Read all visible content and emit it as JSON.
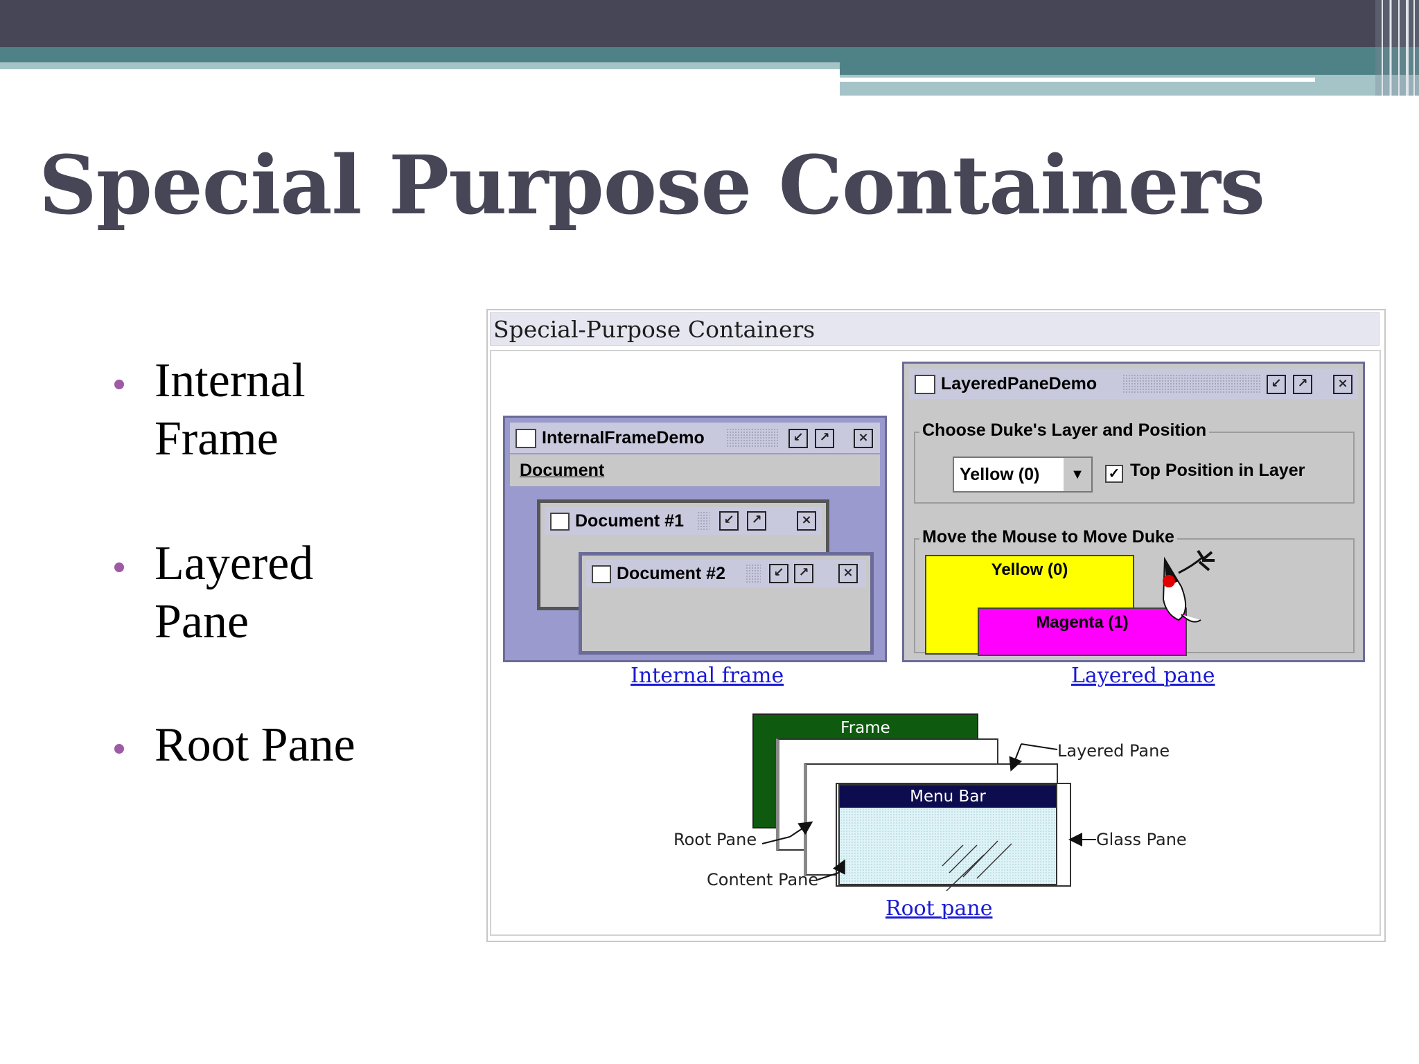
{
  "slide": {
    "title": "Special Purpose Containers",
    "bullets": [
      {
        "line1": "Internal",
        "line2": "Frame"
      },
      {
        "line1": "Layered",
        "line2": "Pane"
      },
      {
        "line1": "Root Pane",
        "line2": ""
      }
    ]
  },
  "figure": {
    "caption": "Special-Purpose Containers",
    "internal_frame_demo": {
      "title": "InternalFrameDemo",
      "menu": "Document",
      "doc1_title": "Document #1",
      "doc2_title": "Document #2",
      "link": "Internal frame"
    },
    "layered_pane_demo": {
      "title": "LayeredPaneDemo",
      "group1_label": "Choose Duke's Layer and Position",
      "combo_value": "Yellow (0)",
      "checkbox_label": "Top Position in Layer",
      "checkbox_checked": true,
      "group2_label": "Move the Mouse to Move Duke",
      "yellow_label": "Yellow (0)",
      "magenta_label": "Magenta (1)",
      "link": "Layered pane"
    },
    "root_pane_diagram": {
      "frame_label": "Frame",
      "menubar_label": "Menu Bar",
      "layered_pane_label": "Layered Pane",
      "root_pane_label": "Root Pane",
      "glass_pane_label": "Glass Pane",
      "content_pane_label": "Content Pane",
      "link": "Root pane"
    }
  },
  "colors": {
    "banner_dark": "#464657",
    "banner_teal": "#4f8286",
    "banner_light": "#a5c4c8",
    "title": "#464657",
    "bullet": "#9e5aa5",
    "link": "#1a1ad4",
    "frame_green": "#0e5a0e",
    "menubar_navy": "#0c0c4e",
    "yellow": "#ffff00",
    "magenta": "#ff00ff"
  },
  "icons": [
    "window-icon",
    "minimize-icon",
    "maximize-icon",
    "close-icon",
    "combo-arrow-icon",
    "checkbox-icon",
    "duke-mascot-icon",
    "arrow-icon"
  ]
}
